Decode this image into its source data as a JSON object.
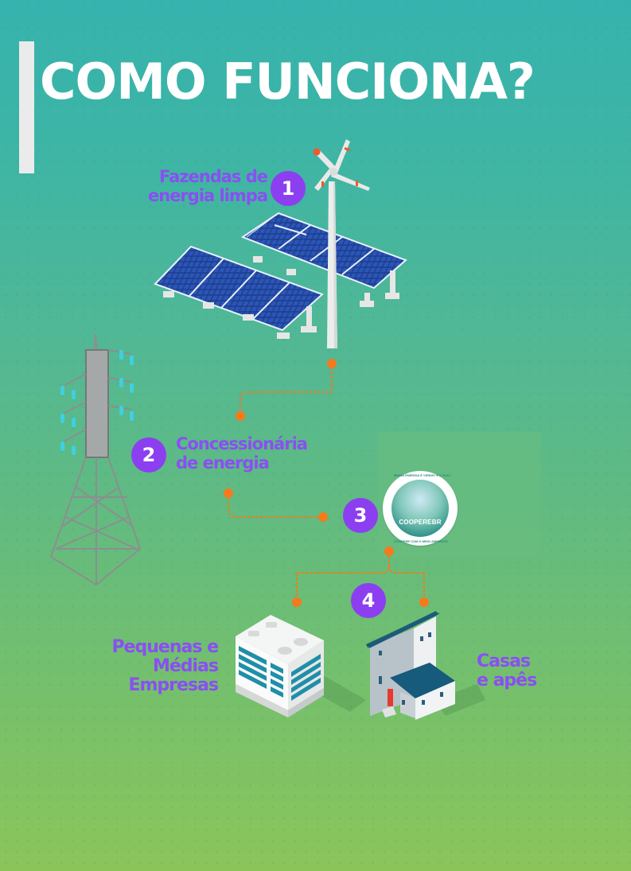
{
  "page": {
    "title": "COMO FUNCIONA?",
    "colors": {
      "background_top": "#36b3ae",
      "background_bottom": "#8bc55a",
      "accent_purple": "#8c3ff0",
      "label_purple": "#8a4ff2",
      "connector_orange": "#f57a1c",
      "title_bar": "#ebebeb"
    }
  },
  "steps": [
    {
      "number": "1",
      "label_line1": "Fazendas de",
      "label_line2": "energia limpa",
      "icon": "solar-wind-farm-icon"
    },
    {
      "number": "2",
      "label_line1": "Concessionária",
      "label_line2": "de energia",
      "icon": "transmission-tower-icon"
    },
    {
      "number": "3",
      "label_line1": "",
      "label_line2": "",
      "icon": "cooperebr-badge-icon"
    },
    {
      "number": "4",
      "label_line1": "",
      "label_line2": "",
      "icon": "split-connector-icon"
    }
  ],
  "badge": {
    "name": "COOPEREBR",
    "ring_top": "MINHA ENERGIA É VERDE! E A SUA?",
    "ring_bottom": "COOPERE COM O MEIO AMBIENTE"
  },
  "destinations": {
    "business": {
      "line1": "Pequenas e",
      "line2": "Médias",
      "line3": "Empresas",
      "icon": "office-building-icon"
    },
    "homes": {
      "line1": "Casas",
      "line2": "e apês",
      "icon": "house-icon"
    }
  }
}
